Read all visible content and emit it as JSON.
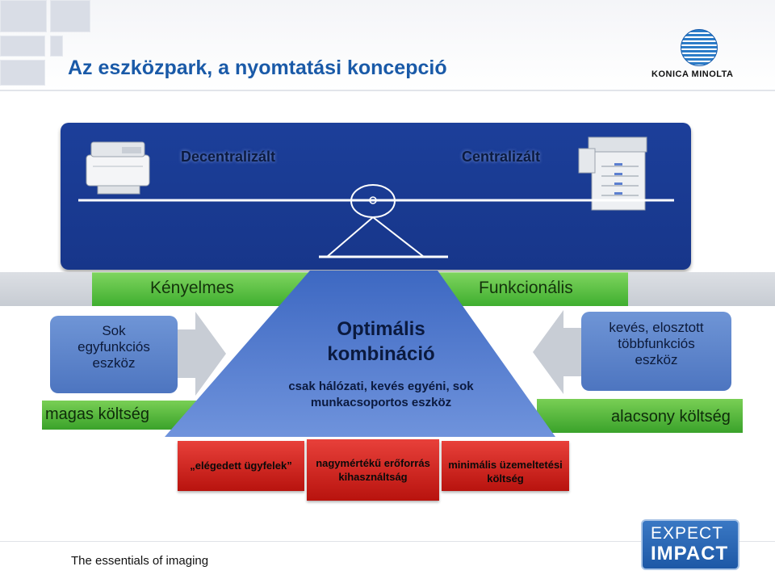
{
  "header": {
    "title": "Az eszközpark, a nyomtatási koncepció",
    "logo_text": "KONICA MINOLTA"
  },
  "scale": {
    "left_label": "Decentralizált",
    "right_label": "Centralizált"
  },
  "bar": {
    "left_label": "Kényelmes",
    "right_label": "Funkcionális"
  },
  "left_info": {
    "lines": [
      "Sok",
      "egyfunkciós",
      "eszköz"
    ],
    "cost": "magas költség"
  },
  "right_info": {
    "lines": [
      "kevés, elosztott",
      "többfunkciós",
      "eszköz"
    ],
    "cost": "alacsony költség"
  },
  "center": {
    "title_line1": "Optimális",
    "title_line2": "kombináció",
    "sub_line1": "csak hálózati, kevés egyéni, sok",
    "sub_line2": "munkacsoportos eszköz"
  },
  "benefits": {
    "b1": "„elégedett ügyfelek”",
    "b2_line1": "nagymértékű erőforrás",
    "b2_line2": "kihasználtság",
    "b3_line1": "minimális üzemeltetési",
    "b3_line2": "költség"
  },
  "footer": {
    "tagline": "The essentials of imaging",
    "badge_line1": "EXPECT",
    "badge_line2": "IMPACT"
  },
  "colors": {
    "title_blue": "#1a5aa8",
    "panel_blue": "#1c3f9a",
    "green": "#4cb83a",
    "red": "#d0231d"
  }
}
